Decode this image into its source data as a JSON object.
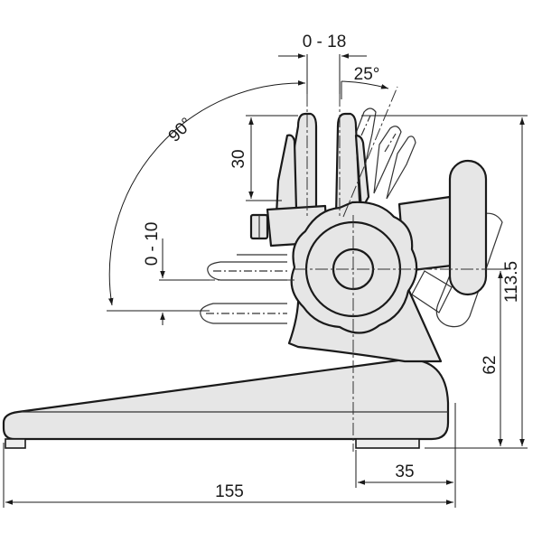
{
  "diagram": {
    "labels": {
      "height_total": "113.5",
      "height_center": "62",
      "length_total": "155",
      "length_base": "35",
      "jaw_opening": "0 - 18",
      "jaw_height": "30",
      "jaw_tilt": "25°",
      "arc_angle": "90°",
      "vertical_adjust": "0 - 10"
    },
    "colors": {
      "fill": "#e6e6e6",
      "line": "#1a1a1a"
    }
  }
}
